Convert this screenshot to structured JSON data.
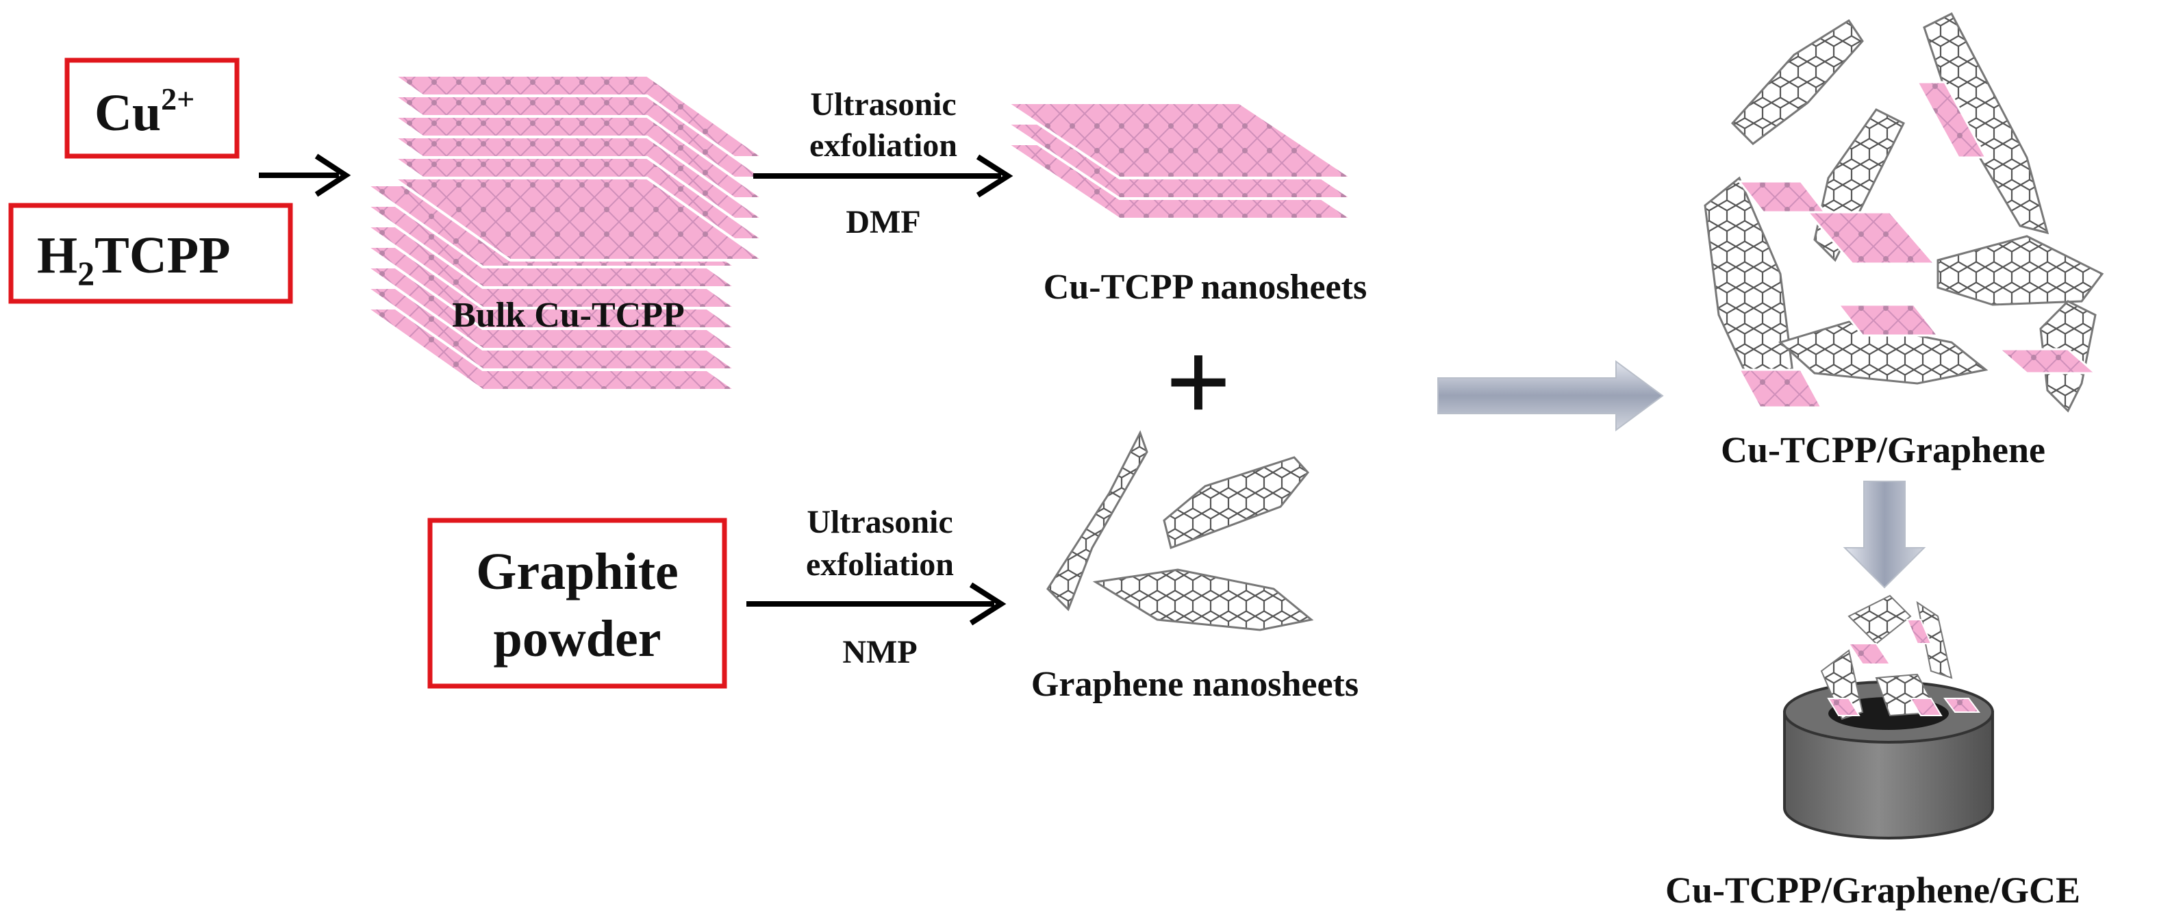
{
  "reactants": {
    "cu_ion": {
      "base": "Cu",
      "sup": "2+"
    },
    "ligand": {
      "prefix": "H",
      "sub": "2",
      "rest": "TCPP"
    },
    "graphite": {
      "line1": "Graphite",
      "line2": "powder"
    }
  },
  "steps": {
    "top": {
      "line1": "Ultrasonic",
      "line2": "exfoliation",
      "solvent": "DMF"
    },
    "bottom": {
      "line1": "Ultrasonic",
      "line2": "exfoliation",
      "solvent": "NMP"
    }
  },
  "products": {
    "bulk": "Bulk Cu-TCPP",
    "mof_nanosheets": "Cu-TCPP nanosheets",
    "graphene_nanosheets": "Graphene nanosheets",
    "composite": "Cu-TCPP/Graphene",
    "electrode": "Cu-TCPP/Graphene/GCE"
  },
  "plus_sign": "+",
  "colors": {
    "box_border": "#e0161c",
    "sheet_fill": "#f4a6cf",
    "sheet_grid": "#c98db3",
    "graphene_stroke": "#555555",
    "big_arrow": "#a9b0c0",
    "electrode_body": "#6b6b6b",
    "electrode_top": "#4a4a4a"
  }
}
